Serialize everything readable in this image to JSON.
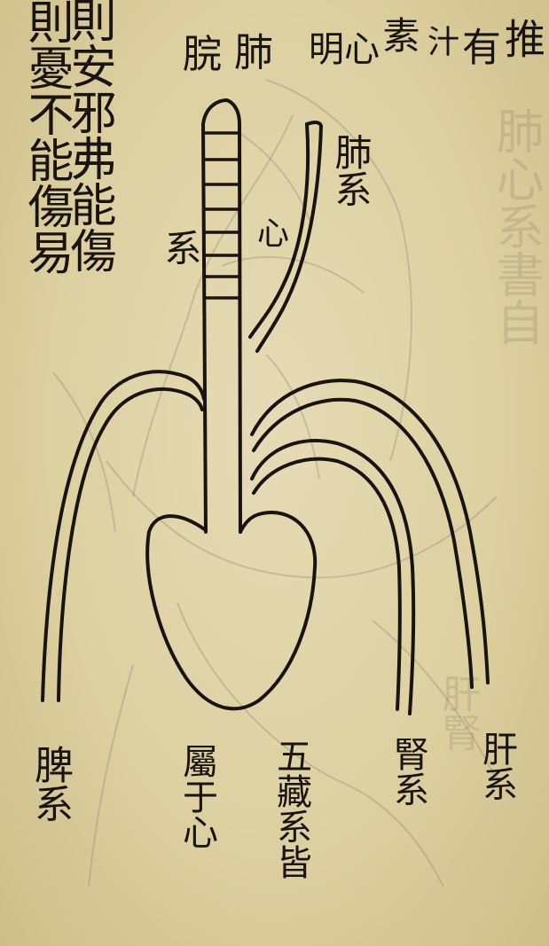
{
  "title": {
    "lung": "肺",
    "stomach": "脘"
  },
  "top_columns": [
    "明",
    "心",
    "素",
    "汁",
    "有",
    "推"
  ],
  "left_columns": [
    "則安邪弗能傷",
    "則憂不能傷易"
  ],
  "labels": {
    "lung_connection": "肺系",
    "heart": "心",
    "connection": "系",
    "spleen_connection": "脾系",
    "belongs_to_heart": "屬于心",
    "five_viscera": "五藏系皆",
    "kidney_connection": "腎系",
    "liver_connection": "肝系"
  },
  "colors": {
    "paper": "#ddd0a6",
    "ink": "#1a1410"
  }
}
